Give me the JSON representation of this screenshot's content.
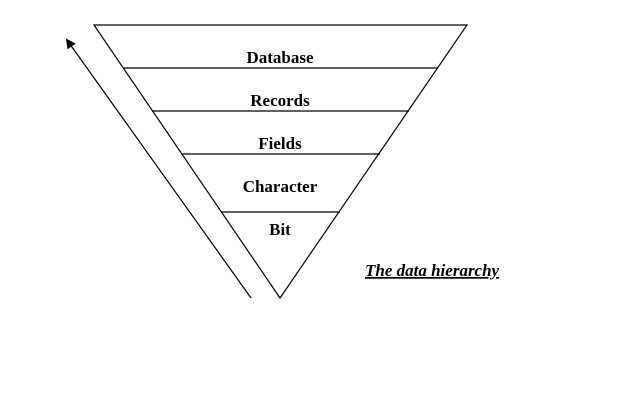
{
  "levels": [
    {
      "label": "Database"
    },
    {
      "label": "Records"
    },
    {
      "label": "Fields"
    },
    {
      "label": "Character"
    },
    {
      "label": "Bit"
    }
  ],
  "caption": "The data hierarchy",
  "colors": {
    "stroke": "#000000",
    "background": "#ffffff"
  }
}
